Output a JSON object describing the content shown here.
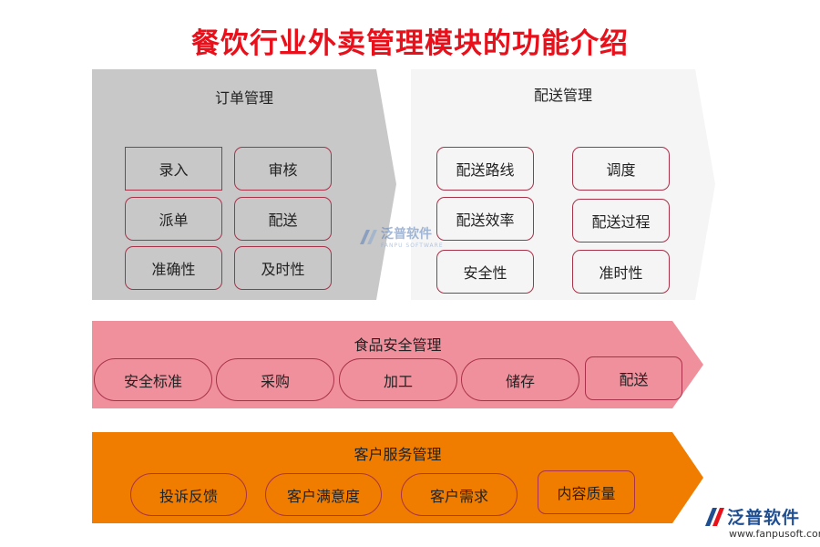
{
  "title": "餐饮行业外卖管理模块的功能介绍",
  "order": {
    "title": "订单管理",
    "items": [
      "录入",
      "审核",
      "派单",
      "配送",
      "准确性",
      "及时性"
    ]
  },
  "delivery": {
    "title": "配送管理",
    "items": [
      "配送路线",
      "调度",
      "配送效率",
      "配送过程",
      "安全性",
      "准时性"
    ]
  },
  "food": {
    "title": "食品安全管理",
    "items": [
      "安全标准",
      "采购",
      "加工",
      "储存",
      "配送"
    ]
  },
  "service": {
    "title": "客户服务管理",
    "items": [
      "投诉反馈",
      "客户满意度",
      "客户需求",
      "内容质量"
    ]
  },
  "watermark": {
    "name": "泛普软件",
    "sub": "FANPU SOFTWARE"
  },
  "logo": {
    "name": "泛普软件",
    "url": "www.fanpusoft.com"
  },
  "colors": {
    "title": "#e8101a",
    "order_bg": "#c8c8c8",
    "delivery_bg": "#f5f5f5",
    "food_bg": "#f0909c",
    "service_bg": "#f07d00",
    "box_border": "#a8324a"
  }
}
